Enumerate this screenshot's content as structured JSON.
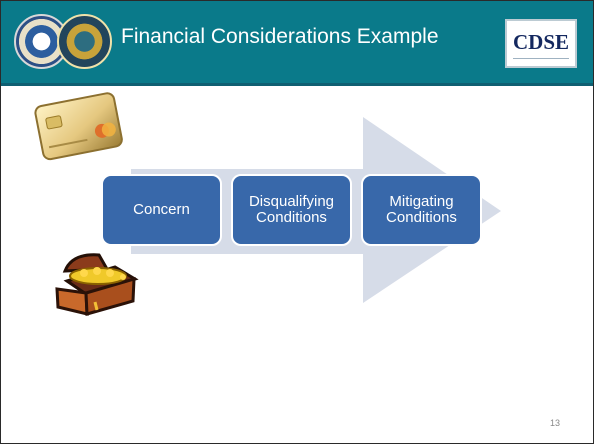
{
  "slide": {
    "title": "Financial Considerations Example",
    "logo": "CDSE",
    "page_number": "13"
  },
  "process": [
    {
      "label": "Concern"
    },
    {
      "label": "Disqualifying\nConditions"
    },
    {
      "label": "Mitigating\nConditions"
    }
  ],
  "colors": {
    "header": "#0a7a8a",
    "process_box": "#3868aa",
    "arrow": "#d6dce8"
  },
  "icons": [
    "dod-seal-icon",
    "dcsa-seal-icon",
    "credit-card-icon",
    "treasure-chest-icon"
  ]
}
